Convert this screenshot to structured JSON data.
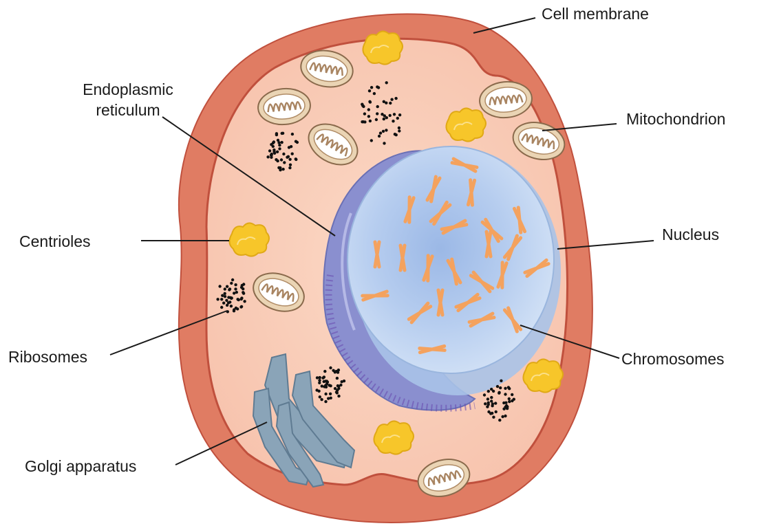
{
  "labels": {
    "cell_membrane": "Cell membrane",
    "mitochondrion": "Mitochondrion",
    "endoplasmic_reticulum_line1": "Endoplasmic",
    "endoplasmic_reticulum_line2": "reticulum",
    "nucleus": "Nucleus",
    "centrioles": "Centrioles",
    "chromosomes": "Chromosomes",
    "ribosomes": "Ribosomes",
    "golgi_apparatus": "Golgi apparatus"
  },
  "colors": {
    "membrane_outer": "#e07c63",
    "cytoplasm": "#f8c9b4",
    "membrane_edge": "#c0503d",
    "nucleus_fill": "#b9d2ef",
    "nucleus_core": "#8fb2e0",
    "er": "#8a8fcf",
    "chromosome": "#f4a25e",
    "golgi": "#8aa4b8",
    "centriole": "#f7c62a",
    "mitochondrion_outer": "#ead4b4",
    "ribosome": "#111111",
    "leader_line": "#1a1a1a"
  }
}
